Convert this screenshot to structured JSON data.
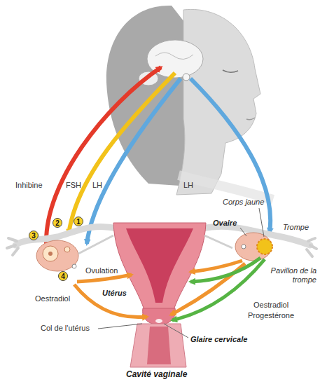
{
  "diagram": {
    "labels": [
      "Inhibine",
      "FSH",
      "LH",
      "LH",
      "1",
      "2",
      "3",
      "4",
      "Ovulation",
      "Oestradiol",
      "Utérus",
      "Col de l'utérus",
      "Cavité vaginale",
      "Glaire cervicale",
      "Progestérone",
      "Oestradiol",
      "Pavillon de la trompe",
      "Trompe",
      "Ovaire",
      "Corps jaune"
    ]
  }
}
